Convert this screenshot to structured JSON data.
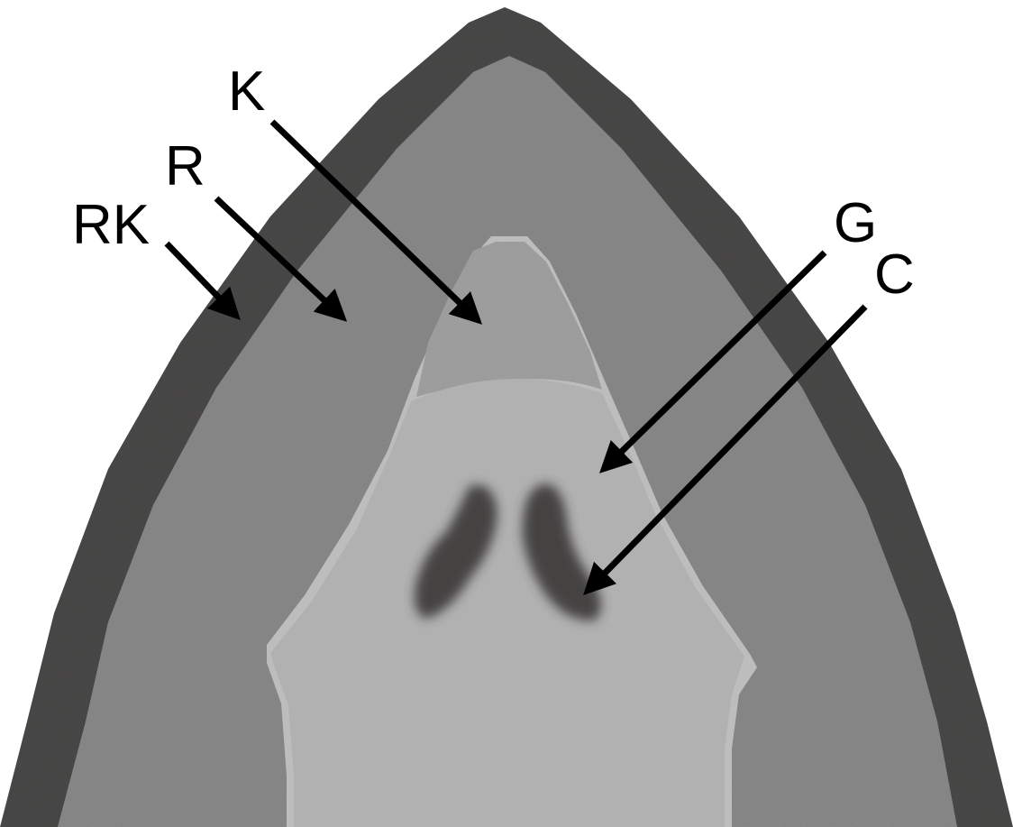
{
  "labels": {
    "rk": "RK",
    "r": "R",
    "k": "K",
    "g": "G",
    "c": "C"
  },
  "colors": {
    "background": "#ffffff",
    "outer_layer": "#4a4948",
    "middle_layer": "#8b8b8b",
    "middle_layer_rim": "#bdbdbd",
    "cap_region": "#a3a3a3",
    "inner_region": "#b2b1b2",
    "kernels": "#3f3d3e",
    "arrows": "#000000"
  }
}
